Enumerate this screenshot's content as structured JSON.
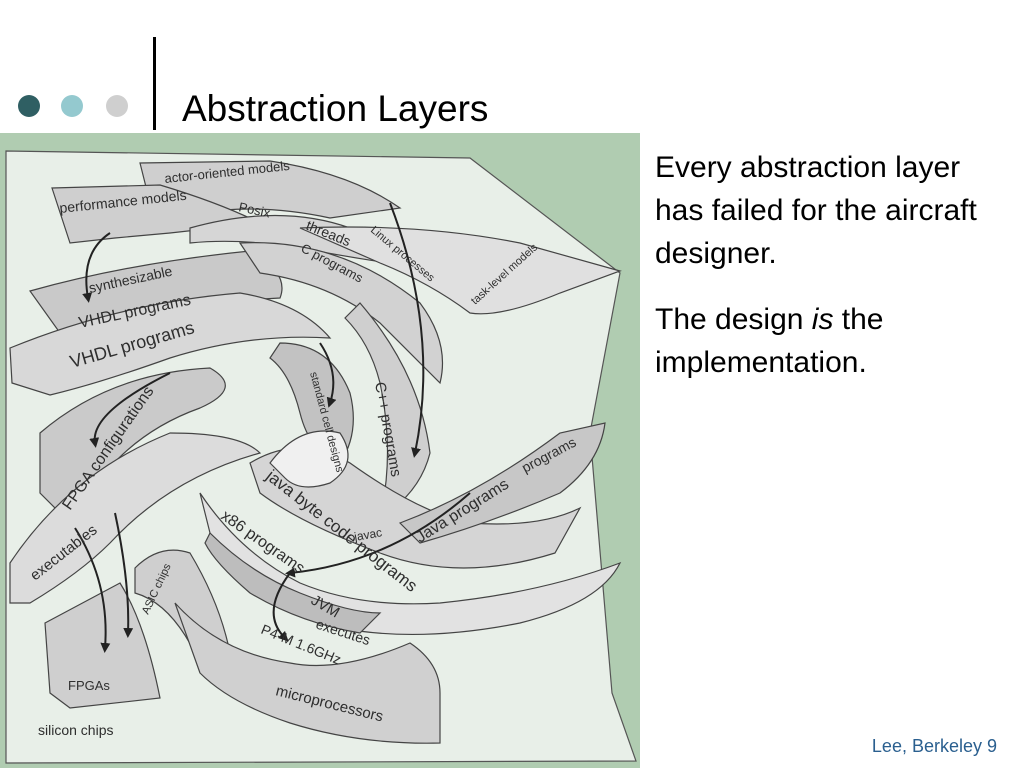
{
  "slide": {
    "title": "Abstraction Layers",
    "footer": "Lee, Berkeley 9"
  },
  "body": {
    "paragraph1": "Every abstraction layer has failed for the aircraft designer.",
    "paragraph2_pre": "The design ",
    "paragraph2_em": "is",
    "paragraph2_post": " the implementation."
  },
  "diagram": {
    "labels": {
      "actor_oriented_models": "actor-oriented models",
      "performance_models": "performance models",
      "posix": "Posix",
      "threads": "threads",
      "linux_processes": "Linux processes",
      "task_level_models": "task-level models",
      "synthesizable": "synthesizable",
      "vhdl_programs": "VHDL programs",
      "c_programs": "C programs",
      "vhdl_programs_2": "VHDL programs",
      "standard_cell_designs": "standard cell designs",
      "cpp_programs": "C++ programs",
      "fpga_configurations": "FPGA configurations",
      "java_programs": "Java programs",
      "programs": "programs",
      "javac": "javac",
      "java_byte_code_programs": "java byte code programs",
      "executables": "executables",
      "x86_programs": "x86 programs",
      "jvm": "JVM",
      "asic_chips": "ASIC chips",
      "executes": "executes",
      "p4m": "P4-M 1.6GHz",
      "fpgas": "FPGAs",
      "microprocessors": "microprocessors",
      "silicon_chips": "silicon chips"
    }
  },
  "colors": {
    "dot1": "#2f5f63",
    "dot2": "#94c9cf",
    "dot3": "#cfcfcf",
    "diagram_background": "#b0ccb1",
    "footer_text": "#2a5f8f"
  }
}
